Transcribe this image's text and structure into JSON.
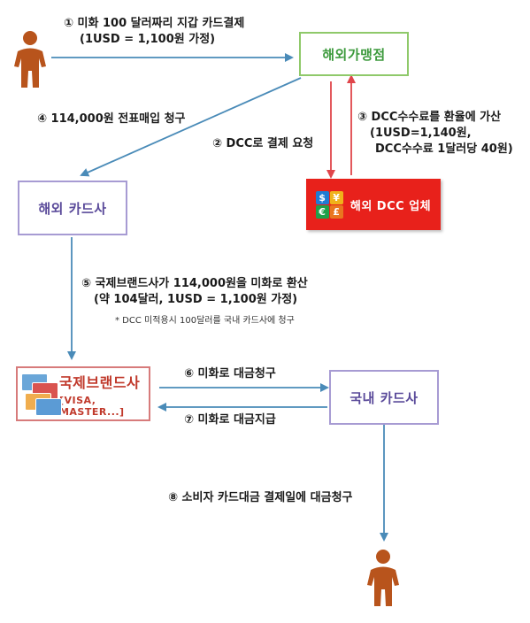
{
  "steps": {
    "s1_line1": "① 미화 100 달러짜리 지갑 카드결제",
    "s1_line2": "(1USD = 1,100원 가정)",
    "s2": "② DCC로 결제 요청",
    "s3_line1": "③ DCC수수료를 환율에 가산",
    "s3_line2": "(1USD=1,140원,",
    "s3_line3": "DCC수수료 1달러당 40원)",
    "s4": "④ 114,000원 전표매입 청구",
    "s5_line1": "⑤ 국제브랜드사가 114,000원을 미화로 환산",
    "s5_line2": "(약 104달러, 1USD = 1,100원 가정)",
    "s5_note": "* DCC 미적용시 100달러를 국내 카드사에 청구",
    "s6": "⑥ 미화로 대금청구",
    "s7": "⑦ 미화로 대금지급",
    "s8": "⑧ 소비자 카드대금 결제일에 대금청구"
  },
  "boxes": {
    "merchant": "해외가맹점",
    "overseas_card": "해외 카드사",
    "dcc_vendor": "해외 DCC 업체",
    "brand_title": "국제브랜드사",
    "brand_sub": "[VISA, MASTER...]",
    "domestic_card": "국내 카드사"
  },
  "currency_symbols": [
    "$",
    "¥",
    "€",
    "£"
  ],
  "colors": {
    "arrow_blue": "#4a8bb8",
    "arrow_red": "#e0454a",
    "person": "#b8541c",
    "dcc_red": "#e8211b",
    "merchant_border": "#8fc96a",
    "card_border": "#a79bd3",
    "brand_border": "#d77b7b"
  }
}
